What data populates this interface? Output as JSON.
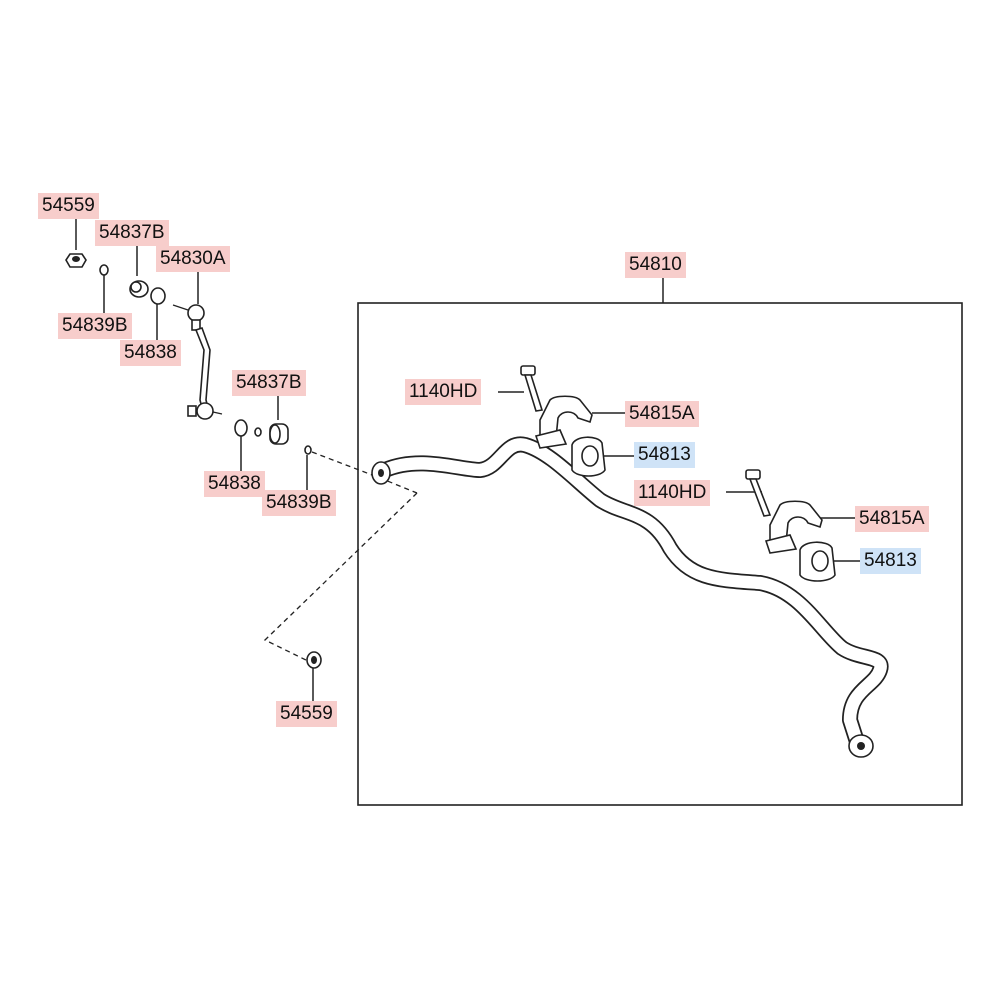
{
  "labels": {
    "nut_top": {
      "text": "54559",
      "color": "red"
    },
    "bush_top": {
      "text": "54837B",
      "color": "red"
    },
    "link": {
      "text": "54830A",
      "color": "red"
    },
    "washer_top": {
      "text": "54839B",
      "color": "red"
    },
    "ring_top": {
      "text": "54838",
      "color": "red"
    },
    "bush_mid": {
      "text": "54837B",
      "color": "red"
    },
    "ring_mid": {
      "text": "54838",
      "color": "red"
    },
    "washer_mid": {
      "text": "54839B",
      "color": "red"
    },
    "nut_bottom": {
      "text": "54559",
      "color": "red"
    },
    "bar_assy": {
      "text": "54810",
      "color": "red"
    },
    "bolt_1": {
      "text": "1140HD",
      "color": "red"
    },
    "bracket_1": {
      "text": "54815A",
      "color": "red"
    },
    "bushing_1": {
      "text": "54813",
      "color": "blue"
    },
    "bolt_2": {
      "text": "1140HD",
      "color": "red"
    },
    "bracket_2": {
      "text": "54815A",
      "color": "red"
    },
    "bushing_2": {
      "text": "54813",
      "color": "blue"
    }
  },
  "colors": {
    "label_red": "#f7cdcb",
    "label_blue": "#cfe3f7",
    "line": "#222222"
  }
}
